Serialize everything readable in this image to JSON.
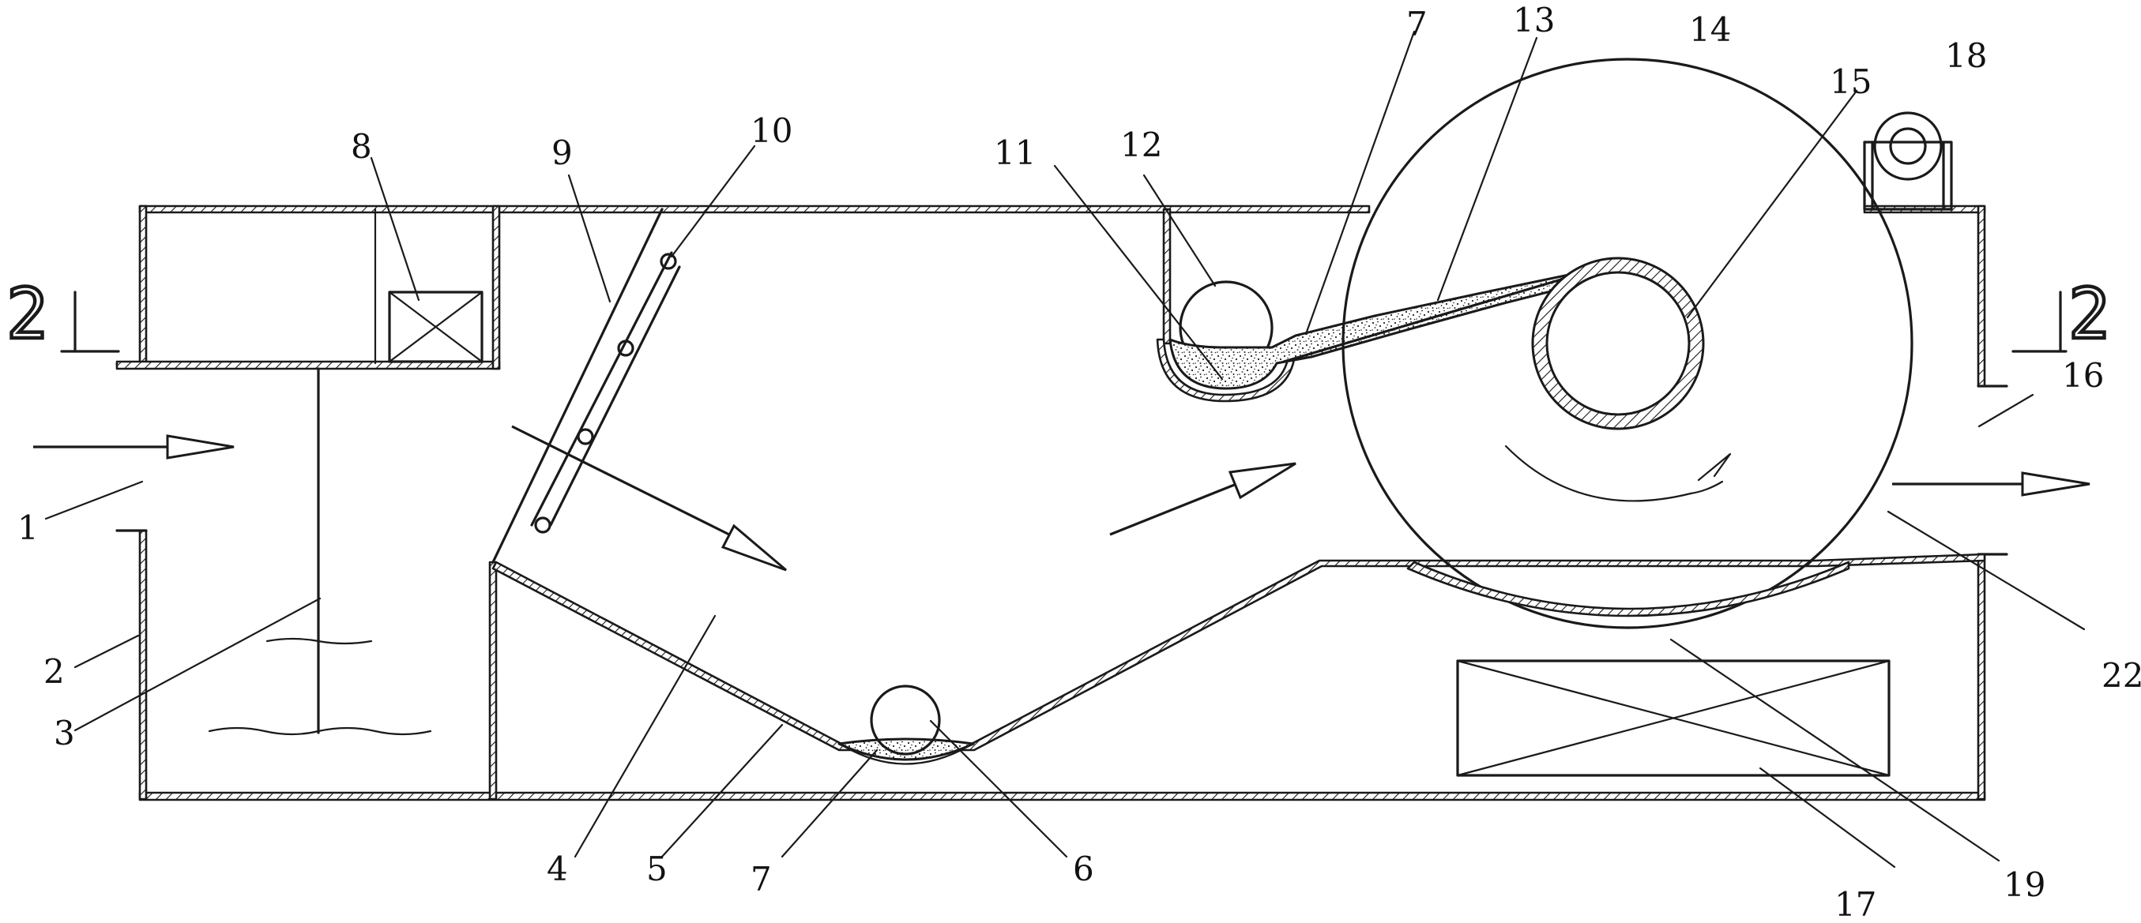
{
  "labels": {
    "l1": "1",
    "l2": "2",
    "l3": "3",
    "l4": "4",
    "l5": "5",
    "l6": "6",
    "l7a": "7",
    "l7b": "7",
    "l8": "8",
    "l9": "9",
    "l10": "10",
    "l11": "11",
    "l12": "12",
    "l13": "13",
    "l14": "14",
    "l15": "15",
    "l16": "16",
    "l17": "17",
    "l18": "18",
    "l19": "19",
    "l22": "22"
  },
  "section_marks": {
    "left": "2",
    "right": "2"
  }
}
